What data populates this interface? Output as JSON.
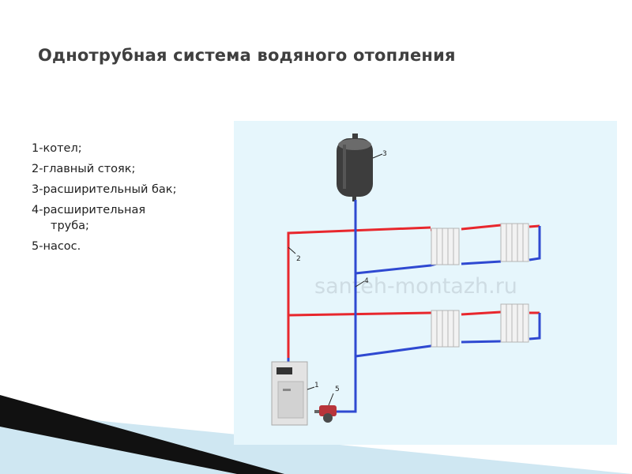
{
  "slide": {
    "title": "Однотрубная система водяного отопления"
  },
  "legend": {
    "items": [
      {
        "text": "1-котел;"
      },
      {
        "text": "2-главный стояк;"
      },
      {
        "text": "3-расширительный бак;"
      },
      {
        "text": "4-расширительная",
        "cont": "труба;"
      },
      {
        "text": "5-насос."
      }
    ]
  },
  "diagram": {
    "watermark": "santeh-montazh.ru",
    "callouts": {
      "boiler": "1",
      "riser": "2",
      "tank": "3",
      "pipe": "4",
      "pump": "5"
    },
    "colors": {
      "background": "#e6f6fc",
      "hot_pipe": "#e8272d",
      "return_pipe": "#2f49d1",
      "tank": "#3d3d3d"
    }
  }
}
